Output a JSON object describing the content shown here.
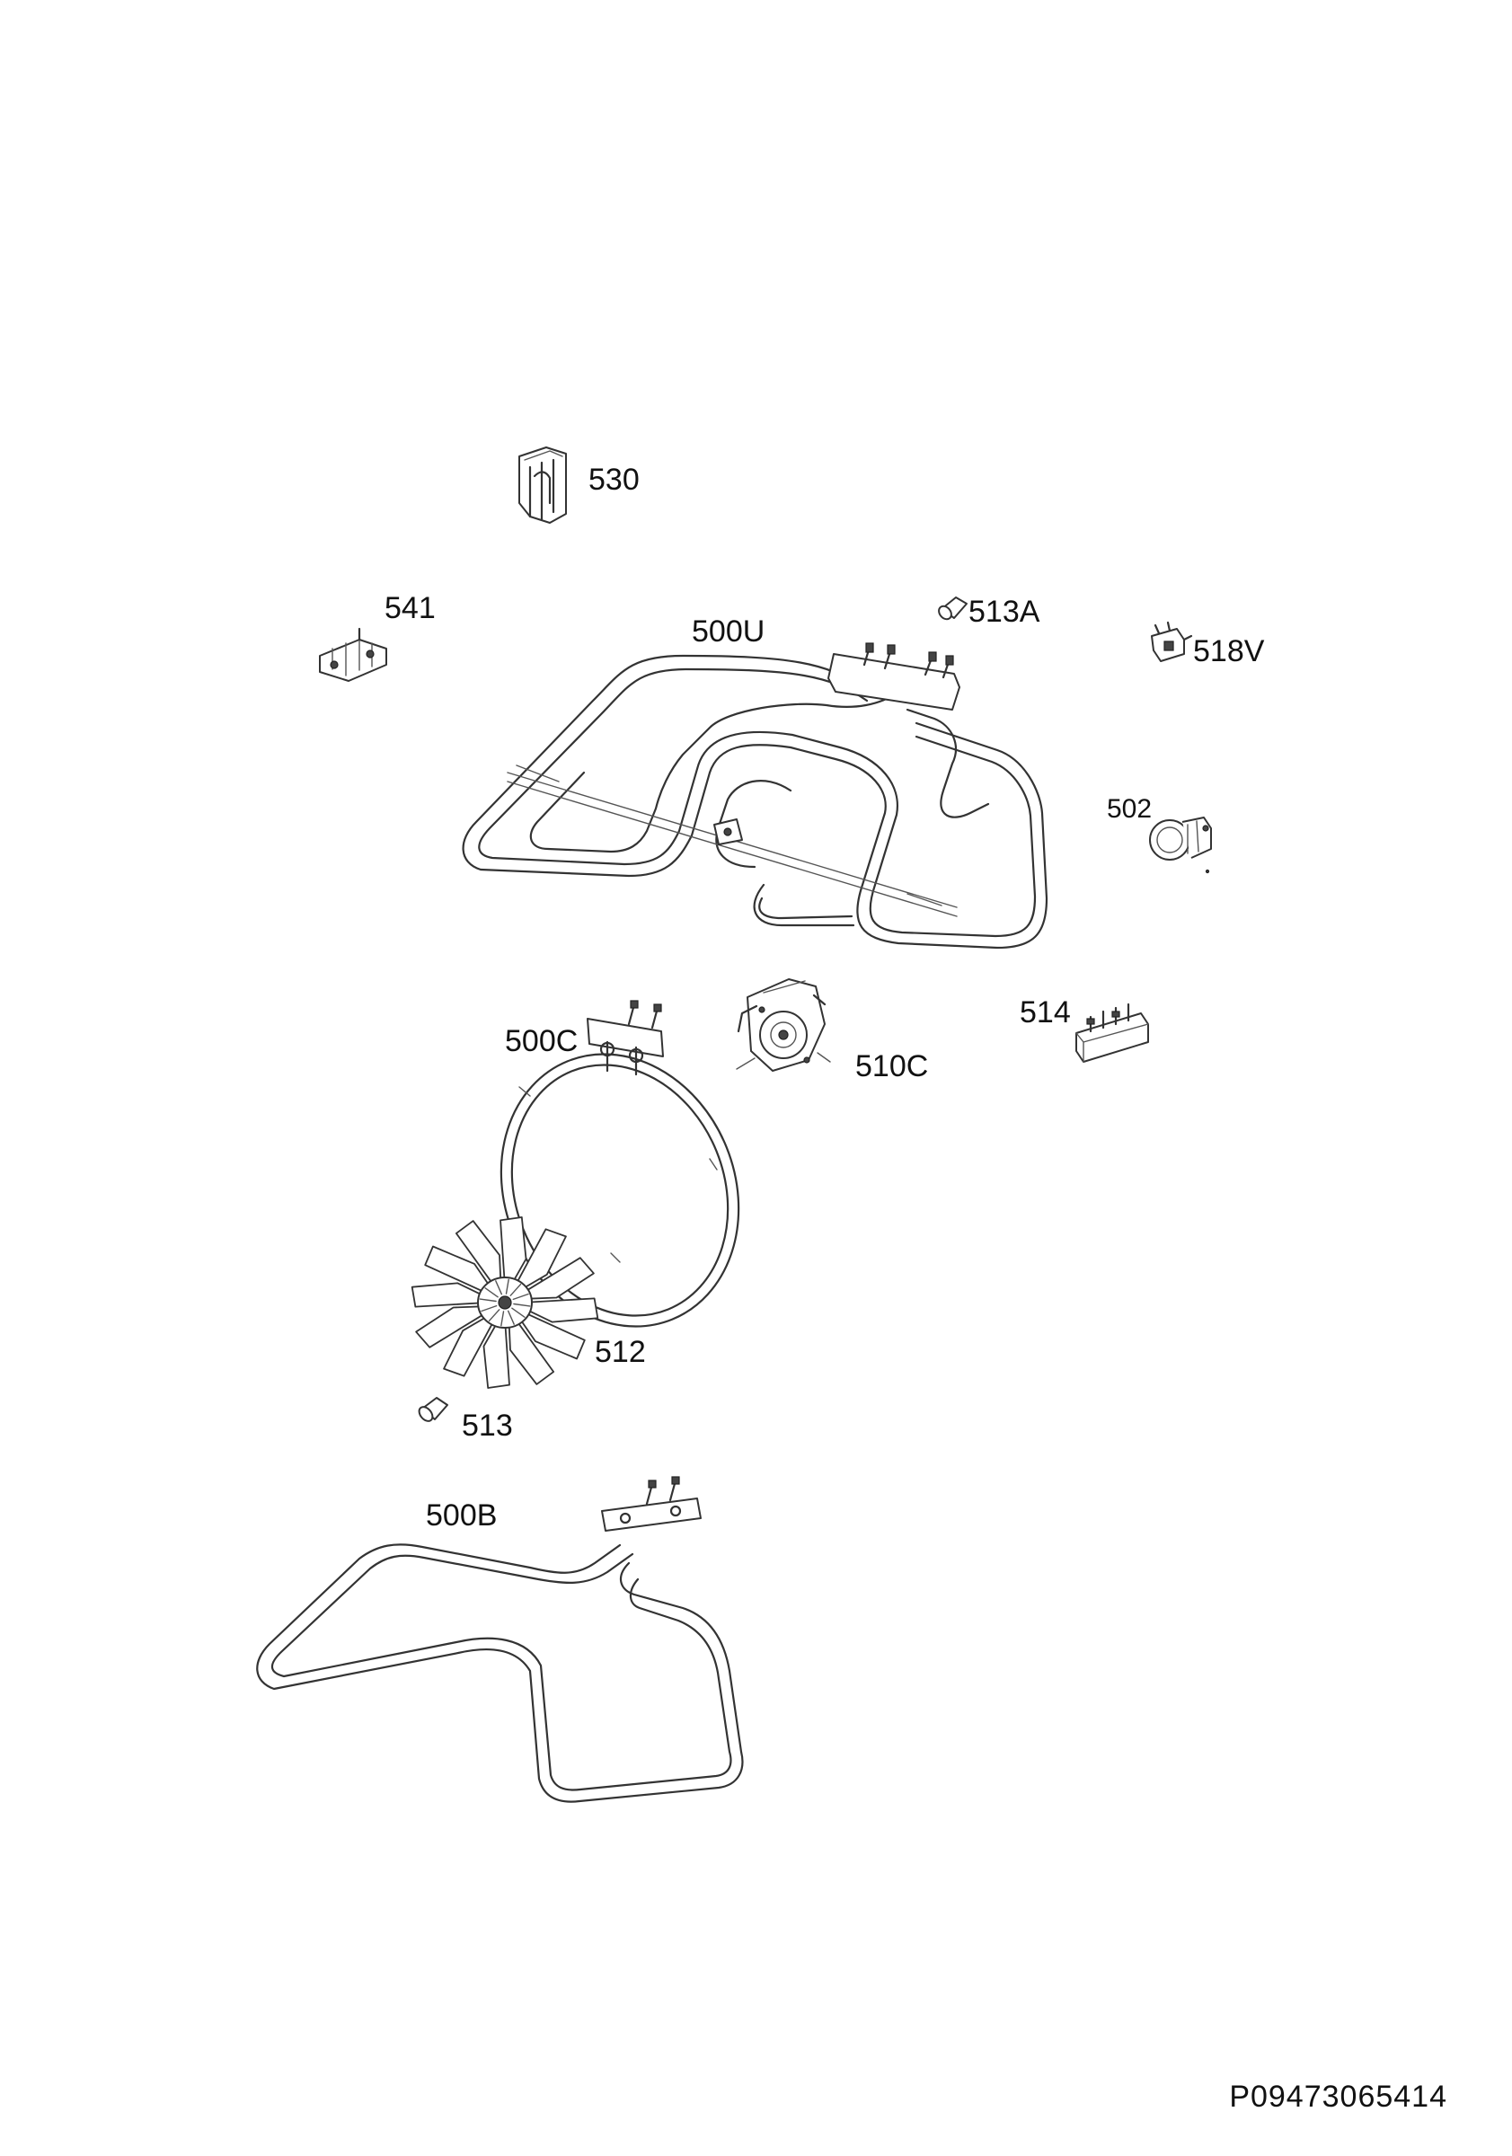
{
  "labels": {
    "p530": "530",
    "p541": "541",
    "p500u": "500U",
    "p513a": "513A",
    "p518v": "518V",
    "p502": "502",
    "p514": "514",
    "p500c": "500C",
    "p510c": "510C",
    "p512": "512",
    "p513": "513",
    "p500b": "500B"
  },
  "document_code": "P09473065414"
}
